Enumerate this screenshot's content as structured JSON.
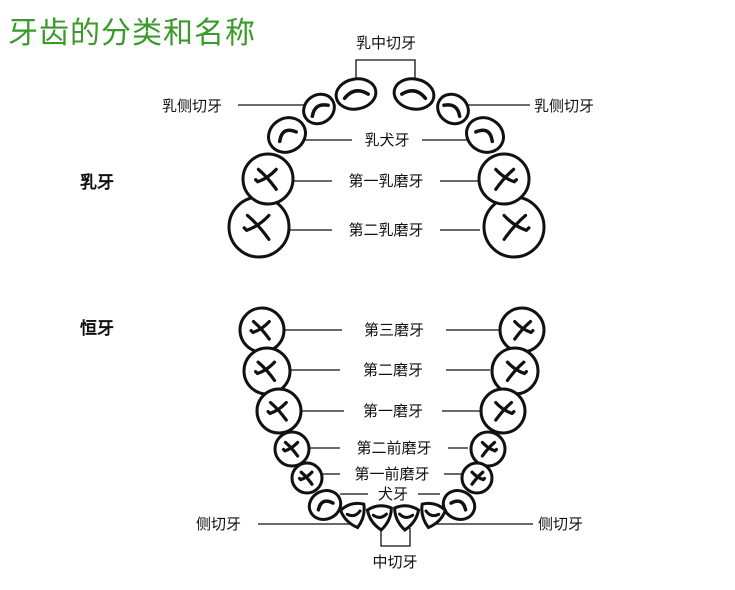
{
  "title": "牙齿的分类和名称",
  "sections": {
    "primary": "乳牙",
    "permanent": "恒牙"
  },
  "primary_labels": {
    "central_incisor": "乳中切牙",
    "lateral_incisor_left": "乳侧切牙",
    "lateral_incisor_right": "乳侧切牙",
    "canine": "乳犬牙",
    "first_molar": "第一乳磨牙",
    "second_molar": "第二乳磨牙"
  },
  "permanent_labels": {
    "third_molar": "第三磨牙",
    "second_molar": "第二磨牙",
    "first_molar": "第一磨牙",
    "second_premolar": "第二前磨牙",
    "first_premolar": "第一前磨牙",
    "canine": "犬牙",
    "lateral_incisor_left": "侧切牙",
    "lateral_incisor_right": "侧切牙",
    "central_incisor": "中切牙"
  }
}
